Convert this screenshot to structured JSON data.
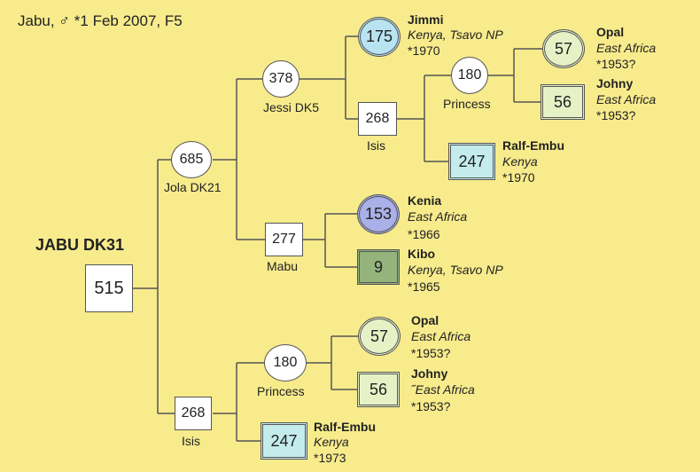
{
  "header": "Jabu, ♂ *1 Feb 2007, F5",
  "root": {
    "name": "JABU DK31",
    "number": "515"
  },
  "nodes": {
    "jola": {
      "number": "685",
      "label": "Jola DK21"
    },
    "jessi": {
      "number": "378",
      "label": "Jessi DK5"
    },
    "isis1": {
      "number": "268",
      "label": "Isis"
    },
    "princess1": {
      "number": "180",
      "label": "Princess"
    },
    "mabu": {
      "number": "277",
      "label": "Mabu"
    },
    "isis2": {
      "number": "268",
      "label": "Isis"
    },
    "princess2": {
      "number": "180",
      "label": "Princess"
    }
  },
  "founders": {
    "jimmi": {
      "number": "175",
      "name": "Jimmi",
      "origin": "Kenya, Tsavo NP",
      "born": "*1970"
    },
    "opal1": {
      "number": "57",
      "name": "Opal",
      "origin": "East Africa",
      "born": "*1953?"
    },
    "johny1": {
      "number": "56",
      "name": "Johny",
      "origin": "East Africa",
      "born": "*1953?"
    },
    "ralf1": {
      "number": "247",
      "name": "Ralf-Embu",
      "origin": "Kenya",
      "born": "*1970"
    },
    "kenia": {
      "number": "153",
      "name": "Kenia",
      "origin": "East Africa",
      "born": "*1966"
    },
    "kibo": {
      "number": "9",
      "name": "Kibo",
      "origin": "Kenya, Tsavo NP",
      "born": "*1965"
    },
    "opal2": {
      "number": "57",
      "name": "Opal",
      "origin": "East Africa",
      "born": "*1953?"
    },
    "johny2": {
      "number": "56",
      "name": "Johny",
      "origin": "˝East Africa",
      "born": "*1953?"
    },
    "ralf2": {
      "number": "247",
      "name": "Ralf-Embu",
      "origin": "Kenya",
      "born": "*1973"
    }
  },
  "colors": {
    "background": "#f7eb8c",
    "lines": "#555555",
    "blue_fill": "#b8e4f2",
    "green_fill": "#e6f2c6",
    "cyan_fill": "#c4ecec",
    "purple_fill": "#aab0e8",
    "olive_fill": "#94b47c"
  }
}
